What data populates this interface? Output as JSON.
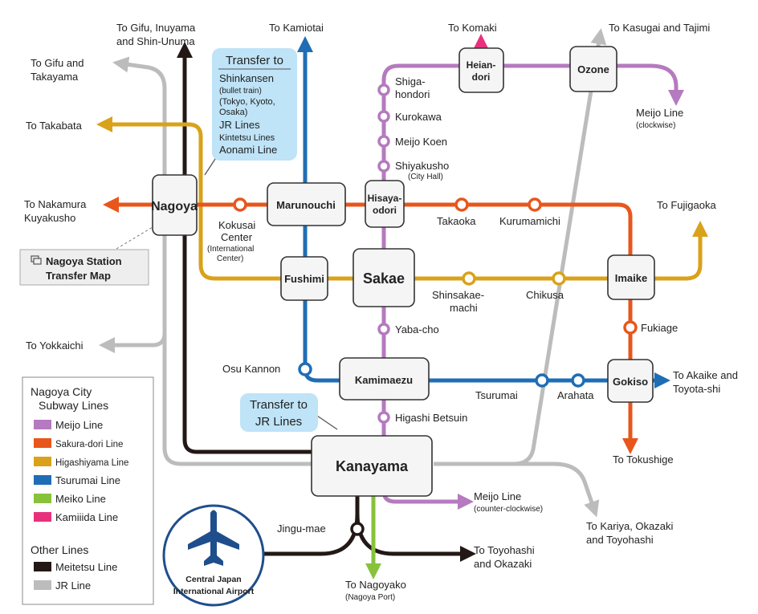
{
  "colors": {
    "meijo": "#b57abf",
    "sakura": "#e8561c",
    "higashiyama": "#d9a21a",
    "tsurumai": "#1f6eb5",
    "meiko": "#88c23a",
    "kamiiida": "#e8317c",
    "meitetsu": "#231815",
    "jr": "#bcbcbc",
    "callout": "#bfe3f7",
    "airport": "#1f4e8c"
  },
  "icons": [
    "airplane-icon",
    "map-icon"
  ],
  "stations": {
    "nagoya": "Nagoya",
    "marunouchi": "Marunouchi",
    "hisaya_1": "Hisaya-",
    "hisaya_2": "odori",
    "sakae": "Sakae",
    "fushimi": "Fushimi",
    "kamimaezu": "Kamimaezu",
    "kanayama": "Kanayama",
    "heian_1": "Heian-",
    "heian_2": "dori",
    "ozone": "Ozone",
    "imaike": "Imaike",
    "gokiso": "Gokiso",
    "kokusai_1": "Kokusai",
    "kokusai_2": "Center",
    "kokusai_sub_1": "(International",
    "kokusai_sub_2": "Center)",
    "takaoka": "Takaoka",
    "kurumamichi": "Kurumamichi",
    "shiga_1": "Shiga-",
    "shiga_2": "hondori",
    "kurokawa": "Kurokawa",
    "meijo_koen": "Meijo Koen",
    "shiyakusho": "Shiyakusho",
    "city_hall": "(City Hall)",
    "shinsakae_1": "Shinsakae-",
    "shinsakae_2": "machi",
    "chikusa": "Chikusa",
    "yaba_cho": "Yaba-cho",
    "fukiage": "Fukiage",
    "osu_kannon": "Osu Kannon",
    "tsurumai_st": "Tsurumai",
    "arahata": "Arahata",
    "higashi_betsuin": "Higashi Betsuin",
    "jingu_mae": "Jingu-mae"
  },
  "destinations": {
    "gifu_inuyama_1": "To Gifu, Inuyama",
    "gifu_inuyama_2": "and Shin-Unuma",
    "kamiotai": "To Kamiotai",
    "komaki": "To Komaki",
    "kasugai_tajimi": "To Kasugai and Tajimi",
    "gifu_takayama_1": "To Gifu and",
    "gifu_takayama_2": "Takayama",
    "takabata": "To Takabata",
    "nakamura_1": "To Nakamura",
    "nakamura_2": "Kuyakusho",
    "fujigaoka": "To Fujigaoka",
    "yokkaichi": "To Yokkaichi",
    "akaike_1": "To Akaike and",
    "akaike_2": "Toyota-shi",
    "tokushige": "To Tokushige",
    "meijo_cw_1": "Meijo Line",
    "meijo_cw_2": "(clockwise)",
    "meijo_ccw_1": "Meijo Line",
    "meijo_ccw_2": "(counter-clockwise)",
    "kariya_1": "To Kariya, Okazaki",
    "kariya_2": "and Toyohashi",
    "toyohashi_1": "To Toyohashi",
    "toyohashi_2": "and Okazaki",
    "nagoyako": "To Nagoyako",
    "nagoya_port": "(Nagoya Port)"
  },
  "transfer_box": {
    "title": "Transfer to",
    "lines": [
      "Shinkansen",
      "(bullet train)",
      "(Tokyo, Kyoto,",
      "Osaka)",
      "JR Lines",
      "Kintetsu Lines",
      "Aonami Line"
    ]
  },
  "jr_transfer": {
    "line1": "Transfer to",
    "line2": "JR Lines"
  },
  "station_map_link": {
    "line1": "Nagoya Station",
    "line2": "Transfer Map"
  },
  "airport": {
    "line1": "Central Japan",
    "line2": "International Airport"
  },
  "legend": {
    "title_1": "Nagoya City",
    "title_2": "Subway Lines",
    "subway": [
      "Meijo Line",
      "Sakura-dori Line",
      "Higashiyama Line",
      "Tsurumai Line",
      "Meiko Line",
      "Kamiiida Line"
    ],
    "other_title": "Other Lines",
    "other": [
      "Meitetsu Line",
      "JR Line"
    ]
  }
}
